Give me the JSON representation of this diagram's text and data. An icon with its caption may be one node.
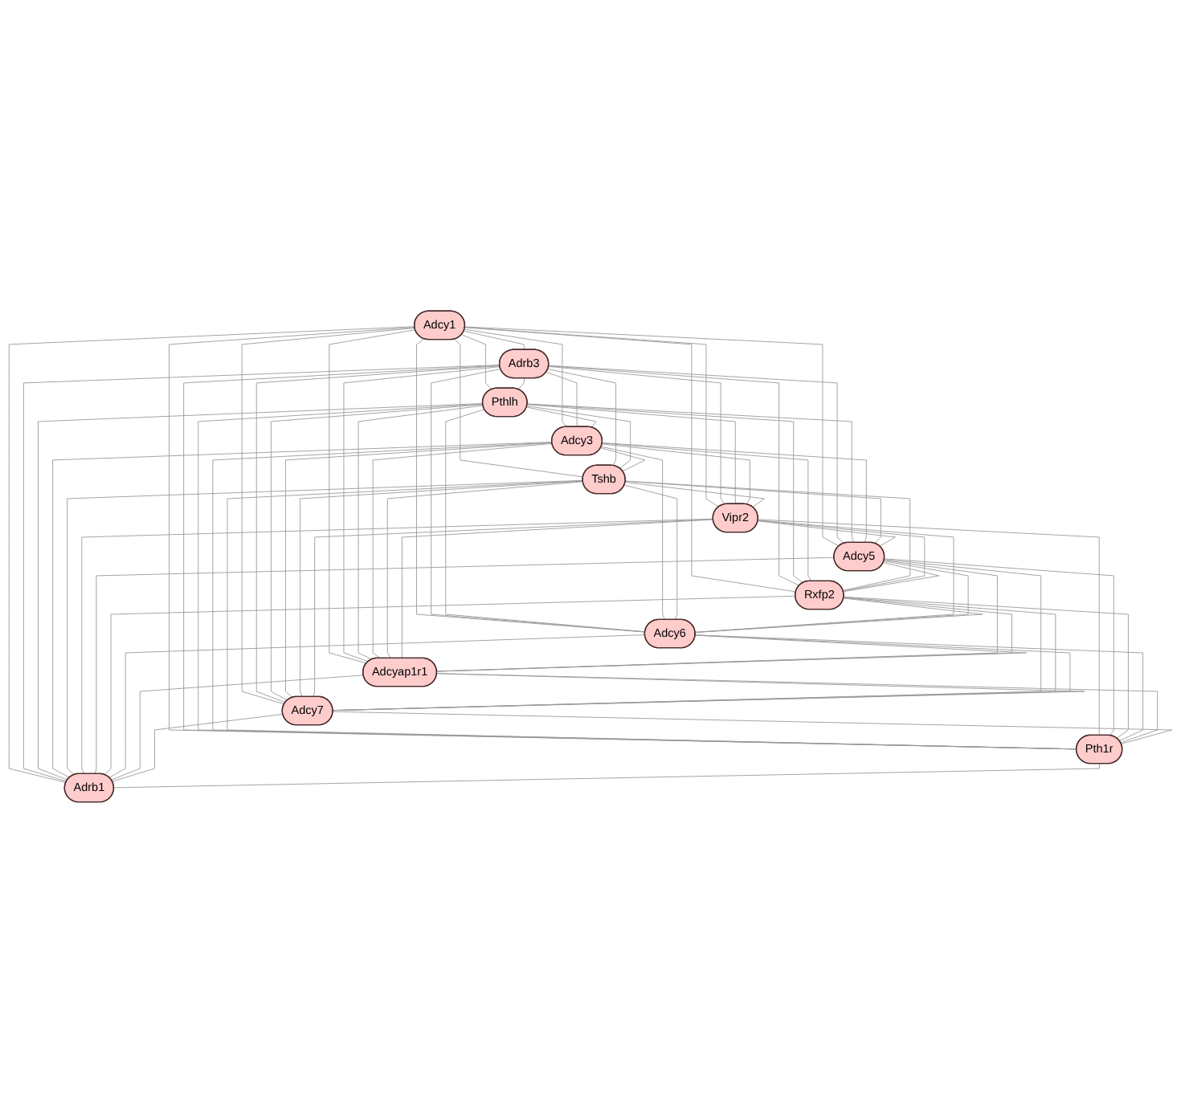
{
  "diagram": {
    "nodes": [
      {
        "text": [
          "Adcy1"
        ]
      },
      {
        "text": [
          "Adrb3"
        ]
      },
      {
        "text": [
          "Pthlh"
        ]
      },
      {
        "text": [
          "Adcy3"
        ]
      },
      {
        "text": [
          "Tshb"
        ]
      },
      {
        "text": [
          "Vipr2"
        ]
      },
      {
        "text": [
          "Adcy5"
        ]
      },
      {
        "text": [
          "Rxfp2"
        ]
      },
      {
        "text": [
          "Adcy6"
        ]
      },
      {
        "text": [
          "Adcyap1r1"
        ]
      },
      {
        "text": [
          "Adcy7"
        ]
      },
      {
        "text": [
          "Pth1r"
        ]
      },
      {
        "text": [
          "Adrb1"
        ]
      }
    ],
    "edges": [
      {
        "from": 0,
        "to": 1,
        "arrow": "none"
      },
      {
        "from": 0,
        "to": 2,
        "arrow": "none"
      },
      {
        "from": 0,
        "to": 3,
        "arrow": "none"
      },
      {
        "from": 0,
        "to": 4,
        "arrow": "none"
      },
      {
        "from": 0,
        "to": 5,
        "arrow": "none"
      },
      {
        "from": 0,
        "to": 6,
        "arrow": "none"
      },
      {
        "from": 0,
        "to": 7,
        "arrow": "none"
      },
      {
        "from": 0,
        "to": 8,
        "arrow": "none"
      },
      {
        "from": 0,
        "to": 9,
        "arrow": "none"
      },
      {
        "from": 0,
        "to": 10,
        "arrow": "none"
      },
      {
        "from": 0,
        "to": 11,
        "arrow": "none"
      },
      {
        "from": 0,
        "to": 12,
        "arrow": "none"
      },
      {
        "from": 1,
        "to": 2,
        "arrow": "none"
      },
      {
        "from": 1,
        "to": 3,
        "arrow": "none"
      },
      {
        "from": 1,
        "to": 4,
        "arrow": "none"
      },
      {
        "from": 1,
        "to": 5,
        "arrow": "none"
      },
      {
        "from": 1,
        "to": 6,
        "arrow": "none"
      },
      {
        "from": 1,
        "to": 7,
        "arrow": "none"
      },
      {
        "from": 1,
        "to": 8,
        "arrow": "none"
      },
      {
        "from": 1,
        "to": 9,
        "arrow": "none"
      },
      {
        "from": 1,
        "to": 10,
        "arrow": "none"
      },
      {
        "from": 1,
        "to": 11,
        "arrow": "none"
      },
      {
        "from": 1,
        "to": 12,
        "arrow": "none"
      },
      {
        "from": 2,
        "to": 3,
        "arrow": "none"
      },
      {
        "from": 2,
        "to": 4,
        "arrow": "none"
      },
      {
        "from": 2,
        "to": 5,
        "arrow": "none"
      },
      {
        "from": 2,
        "to": 6,
        "arrow": "none"
      },
      {
        "from": 2,
        "to": 7,
        "arrow": "none"
      },
      {
        "from": 2,
        "to": 8,
        "arrow": "none"
      },
      {
        "from": 2,
        "to": 9,
        "arrow": "none"
      },
      {
        "from": 2,
        "to": 10,
        "arrow": "none"
      },
      {
        "from": 2,
        "to": 11,
        "arrow": "none"
      },
      {
        "from": 2,
        "to": 12,
        "arrow": "none"
      },
      {
        "from": 3,
        "to": 4,
        "arrow": "none"
      },
      {
        "from": 3,
        "to": 5,
        "arrow": "none"
      },
      {
        "from": 3,
        "to": 6,
        "arrow": "none"
      },
      {
        "from": 3,
        "to": 7,
        "arrow": "none"
      },
      {
        "from": 3,
        "to": 8,
        "arrow": "none"
      },
      {
        "from": 3,
        "to": 9,
        "arrow": "none"
      },
      {
        "from": 3,
        "to": 10,
        "arrow": "none"
      },
      {
        "from": 3,
        "to": 11,
        "arrow": "none"
      },
      {
        "from": 3,
        "to": 12,
        "arrow": "none"
      },
      {
        "from": 4,
        "to": 5,
        "arrow": "none"
      },
      {
        "from": 4,
        "to": 6,
        "arrow": "none"
      },
      {
        "from": 4,
        "to": 7,
        "arrow": "none"
      },
      {
        "from": 4,
        "to": 8,
        "arrow": "none"
      },
      {
        "from": 4,
        "to": 9,
        "arrow": "none"
      },
      {
        "from": 4,
        "to": 10,
        "arrow": "none"
      },
      {
        "from": 4,
        "to": 11,
        "arrow": "none"
      },
      {
        "from": 4,
        "to": 12,
        "arrow": "none"
      },
      {
        "from": 5,
        "to": 6,
        "arrow": "none"
      },
      {
        "from": 5,
        "to": 7,
        "arrow": "none"
      },
      {
        "from": 5,
        "to": 8,
        "arrow": "none"
      },
      {
        "from": 5,
        "to": 9,
        "arrow": "none"
      },
      {
        "from": 5,
        "to": 10,
        "arrow": "none"
      },
      {
        "from": 5,
        "to": 11,
        "arrow": "none"
      },
      {
        "from": 5,
        "to": 12,
        "arrow": "none"
      },
      {
        "from": 6,
        "to": 7,
        "arrow": "none"
      },
      {
        "from": 6,
        "to": 8,
        "arrow": "none"
      },
      {
        "from": 6,
        "to": 9,
        "arrow": "none"
      },
      {
        "from": 6,
        "to": 10,
        "arrow": "none"
      },
      {
        "from": 6,
        "to": 11,
        "arrow": "none"
      },
      {
        "from": 6,
        "to": 12,
        "arrow": "none"
      },
      {
        "from": 7,
        "to": 8,
        "arrow": "none"
      },
      {
        "from": 7,
        "to": 9,
        "arrow": "none"
      },
      {
        "from": 7,
        "to": 10,
        "arrow": "none"
      },
      {
        "from": 7,
        "to": 11,
        "arrow": "none"
      },
      {
        "from": 7,
        "to": 12,
        "arrow": "none"
      },
      {
        "from": 8,
        "to": 9,
        "arrow": "none"
      },
      {
        "from": 8,
        "to": 10,
        "arrow": "none"
      },
      {
        "from": 8,
        "to": 11,
        "arrow": "none"
      },
      {
        "from": 8,
        "to": 12,
        "arrow": "none"
      },
      {
        "from": 9,
        "to": 10,
        "arrow": "none"
      },
      {
        "from": 9,
        "to": 11,
        "arrow": "none"
      },
      {
        "from": 9,
        "to": 12,
        "arrow": "none"
      },
      {
        "from": 10,
        "to": 11,
        "arrow": "none"
      },
      {
        "from": 10,
        "to": 12,
        "arrow": "none"
      },
      {
        "from": 11,
        "to": 12,
        "arrow": "none"
      }
    ]
  }
}
